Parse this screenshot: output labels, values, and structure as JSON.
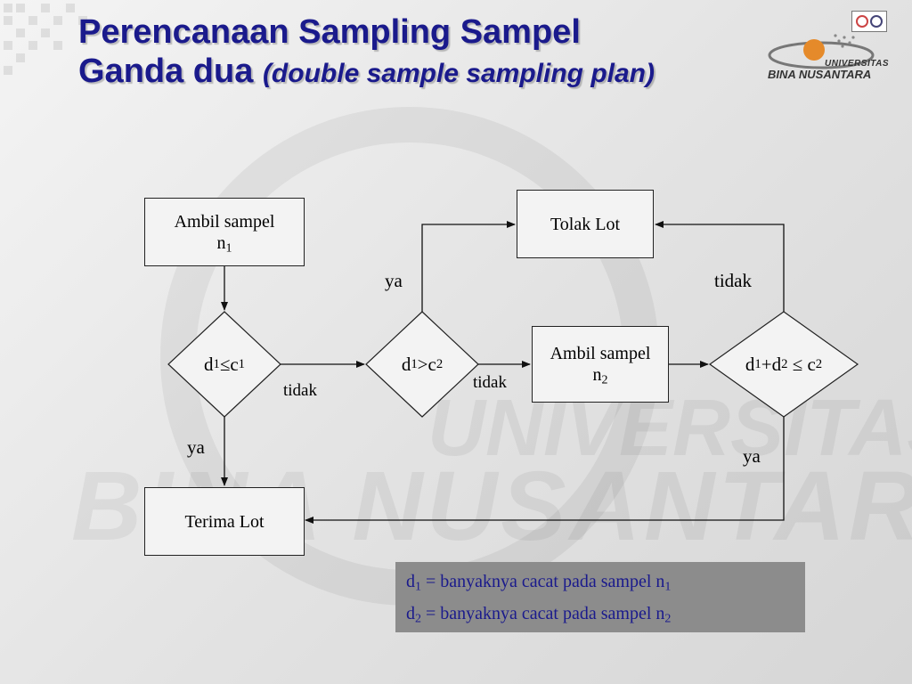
{
  "slide": {
    "title_line1": "Perencanaan Sampling Sampel",
    "title_line2": "Ganda dua",
    "title_italic": "(double sample sampling plan)"
  },
  "logo": {
    "line1": "UNIVERSITAS",
    "line2": "BINA NUSANTARA"
  },
  "watermark": {
    "line1": "UNIVERSITAS",
    "line2": "BINA NUSANTARA"
  },
  "colors": {
    "title": "#1a1a8c",
    "legend_bg": "#8c8c8c",
    "legend_text": "#1a1a8c",
    "logo_accent": "#e58a2a"
  },
  "flowchart": {
    "ambil_sampel_1": {
      "label": "Ambil sampel",
      "var": "n",
      "sub": "1"
    },
    "tolak_lot": "Tolak Lot",
    "ambil_sampel_2": {
      "label": "Ambil sampel",
      "var": "n",
      "sub": "2"
    },
    "terima_lot": "Terima Lot",
    "decision_1": {
      "a": "d",
      "a_sub": "1",
      "op": "≤",
      "b": "c",
      "b_sub": "1"
    },
    "decision_2": {
      "a": "d",
      "a_sub": "1",
      "op": ">",
      "b": "c",
      "b_sub": "2"
    },
    "decision_3": {
      "a": "d",
      "a_sub": "1",
      "plus": "+",
      "c": "d",
      "c_sub": "2",
      "op": " ≤ ",
      "b": "c",
      "b_sub": "2"
    },
    "edges": {
      "d1_no": "tidak",
      "d1_yes": "ya",
      "d2_yes": "ya",
      "d2_no": "tidak",
      "d3_no": "tidak",
      "d3_yes": "ya"
    }
  },
  "legend": [
    {
      "var": "d",
      "var_sub": "1",
      "text": " = banyaknya cacat pada sampel n",
      "text_sub": "1"
    },
    {
      "var": "d",
      "var_sub": "2",
      "text": " = banyaknya cacat pada sampel n",
      "text_sub": "2"
    }
  ]
}
